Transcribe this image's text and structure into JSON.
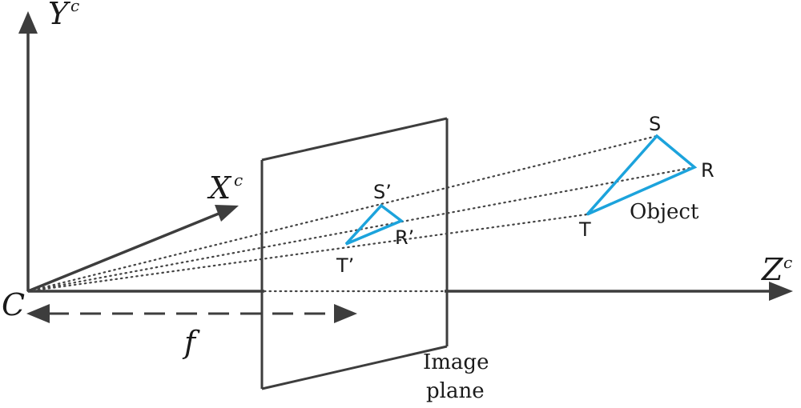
{
  "axes": {
    "y_label": "Y",
    "y_sup": "c",
    "x_label": "X",
    "x_sup": "c",
    "z_label": "Z",
    "z_sup": "c",
    "origin_label": "C"
  },
  "focal_label": "f",
  "image_plane_label": [
    "Image",
    "plane"
  ],
  "object_label": "Object",
  "object_points": {
    "s": "S",
    "r": "R",
    "t": "T"
  },
  "image_points": {
    "s": "S’",
    "r": "R’",
    "t": "T’"
  },
  "colors": {
    "triangle": "#1ca3dc",
    "lines": "#3d3d3d"
  }
}
